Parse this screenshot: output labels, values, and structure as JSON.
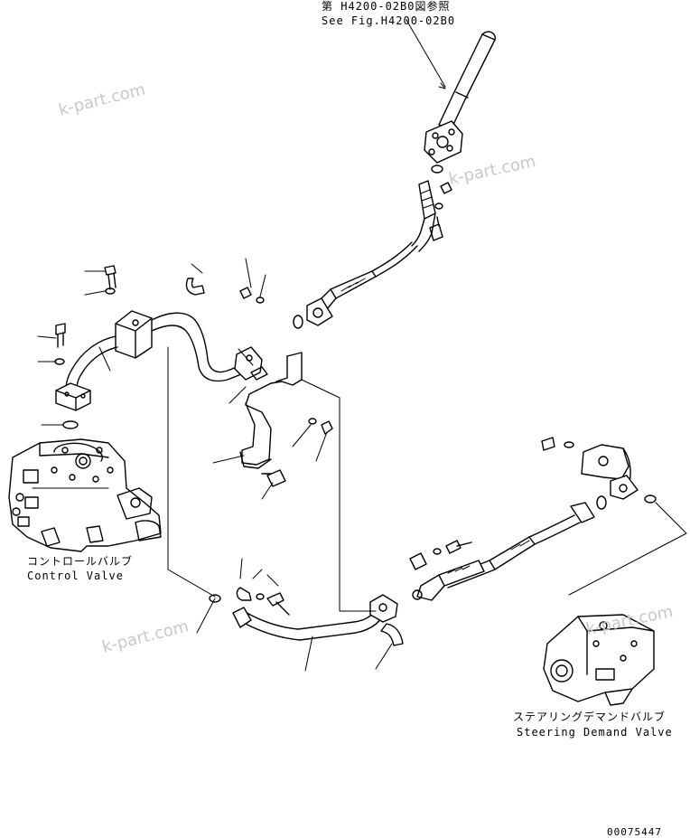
{
  "colors": {
    "line": "#000000",
    "watermark": "#c8c8c8",
    "background": "#ffffff"
  },
  "reference": {
    "line_jp": "第 H4200-02B0図参照",
    "line_en": "See Fig.H4200-02B0"
  },
  "components": {
    "control_valve": {
      "name_jp": "コントロールバルブ",
      "name_en": "Control Valve"
    },
    "steering_demand_valve": {
      "name_jp": "ステアリングデマンドバルブ",
      "name_en": "Steering Demand Valve"
    }
  },
  "watermarks": [
    "k-part.com",
    "k-part.com",
    "k-part.com",
    "k-part.com"
  ],
  "drawing_number": "00075447"
}
